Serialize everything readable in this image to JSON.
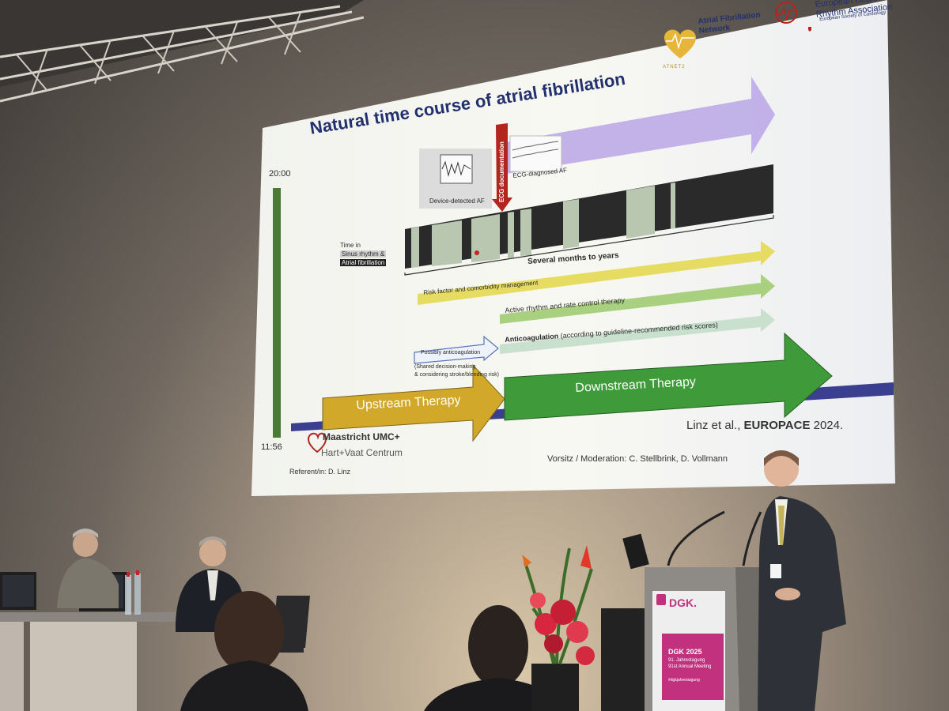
{
  "slide": {
    "title": "Natural time course of atrial fibrillation",
    "time_top": "20:00",
    "time_bottom": "11:56",
    "time_in_label": "Time in",
    "sinus_rhythm_label": "Sinus rhythm &",
    "atrial_fib_label": "Atrial fibrillation",
    "device_detected_af": "Device-detected AF",
    "ecg_documentation": "ECG documentation",
    "ecg_diagnosed_af": "ECG-diagnosed AF",
    "several_months": "Several months to years",
    "risk_factor": "Risk factor and comorbidity management",
    "active_rhythm": "Active rhythm and rate control therapy",
    "anticoagulation_bold": "Anticoagulation",
    "anticoagulation_rest": "(according to guideline-recommended risk scores)",
    "possibly_anticoag": "Possibly anticoagulation",
    "shared_line1": "(Shared decision-making",
    "shared_line2": "& considering stroke/bleeding risk)",
    "upstream": "Upstream Therapy",
    "downstream": "Downstream Therapy",
    "citation_prefix": "Linz et al.,",
    "citation_journal": "EUROPACE",
    "citation_year": "2024.",
    "maastricht": "Maastricht UMC+",
    "hart_vaat": "Hart+Vaat Centrum",
    "referent": "Referent/in:   D. Linz",
    "vorsitz": "Vorsitz / Moderation: C. Stellbrink, D. Vollmann",
    "afnet_line1": "Atrial Fibrillation",
    "afnet_line2": "Network",
    "atnet": "ATNET2",
    "ehra_line1": "European Heart",
    "ehra_line2": "Rhythm Association",
    "esc": "European Society of Cardiology"
  },
  "podium": {
    "brand": "DGK.",
    "event": "DGK 2025",
    "line1": "91. Jahrestagung",
    "line2": "91st Annual Meeting",
    "hashtag": "#dgkjahrestagung"
  },
  "colors": {
    "title_blue": "#22306e",
    "upstream_gold": "#d2a82a",
    "downstream_green": "#3f9a3a",
    "ecg_red": "#b3261e",
    "purple_arrow": "#b9a6e6",
    "podium_magenta": "#c2317e"
  }
}
